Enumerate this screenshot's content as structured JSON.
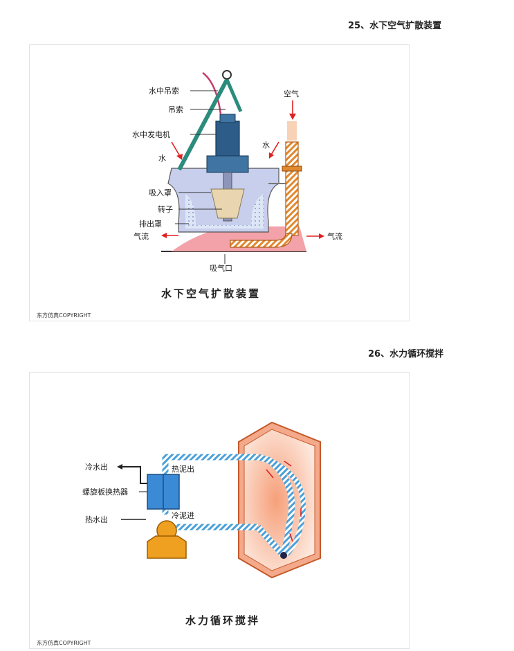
{
  "section25": {
    "heading": "25、水下空气扩散装置",
    "caption": "水下空气扩散装置",
    "copyright": "东方仿真COPYRIGHT",
    "labels": {
      "underwater_rope": "水中吊索",
      "rope": "吊索",
      "underwater_motor": "水中发电机",
      "water_left": "水",
      "intake_hood": "吸入罩",
      "rotor": "转子",
      "discharge_hood": "排出罩",
      "airflow_left": "气流",
      "air_inlet": "吸气口",
      "air": "空气",
      "water_right": "水",
      "airflow_right": "气流"
    }
  },
  "section26": {
    "heading": "26、水力循环搅拌",
    "caption": "水力循环搅拌",
    "copyright": "东方仿真COPYRIGHT",
    "labels": {
      "cold_water_out": "冷水出",
      "spiral_heat_exchanger": "螺旋板换热器",
      "hot_water_out": "热水出",
      "hot_sludge_out": "热泥出",
      "cold_sludge_in": "冷泥进"
    }
  }
}
